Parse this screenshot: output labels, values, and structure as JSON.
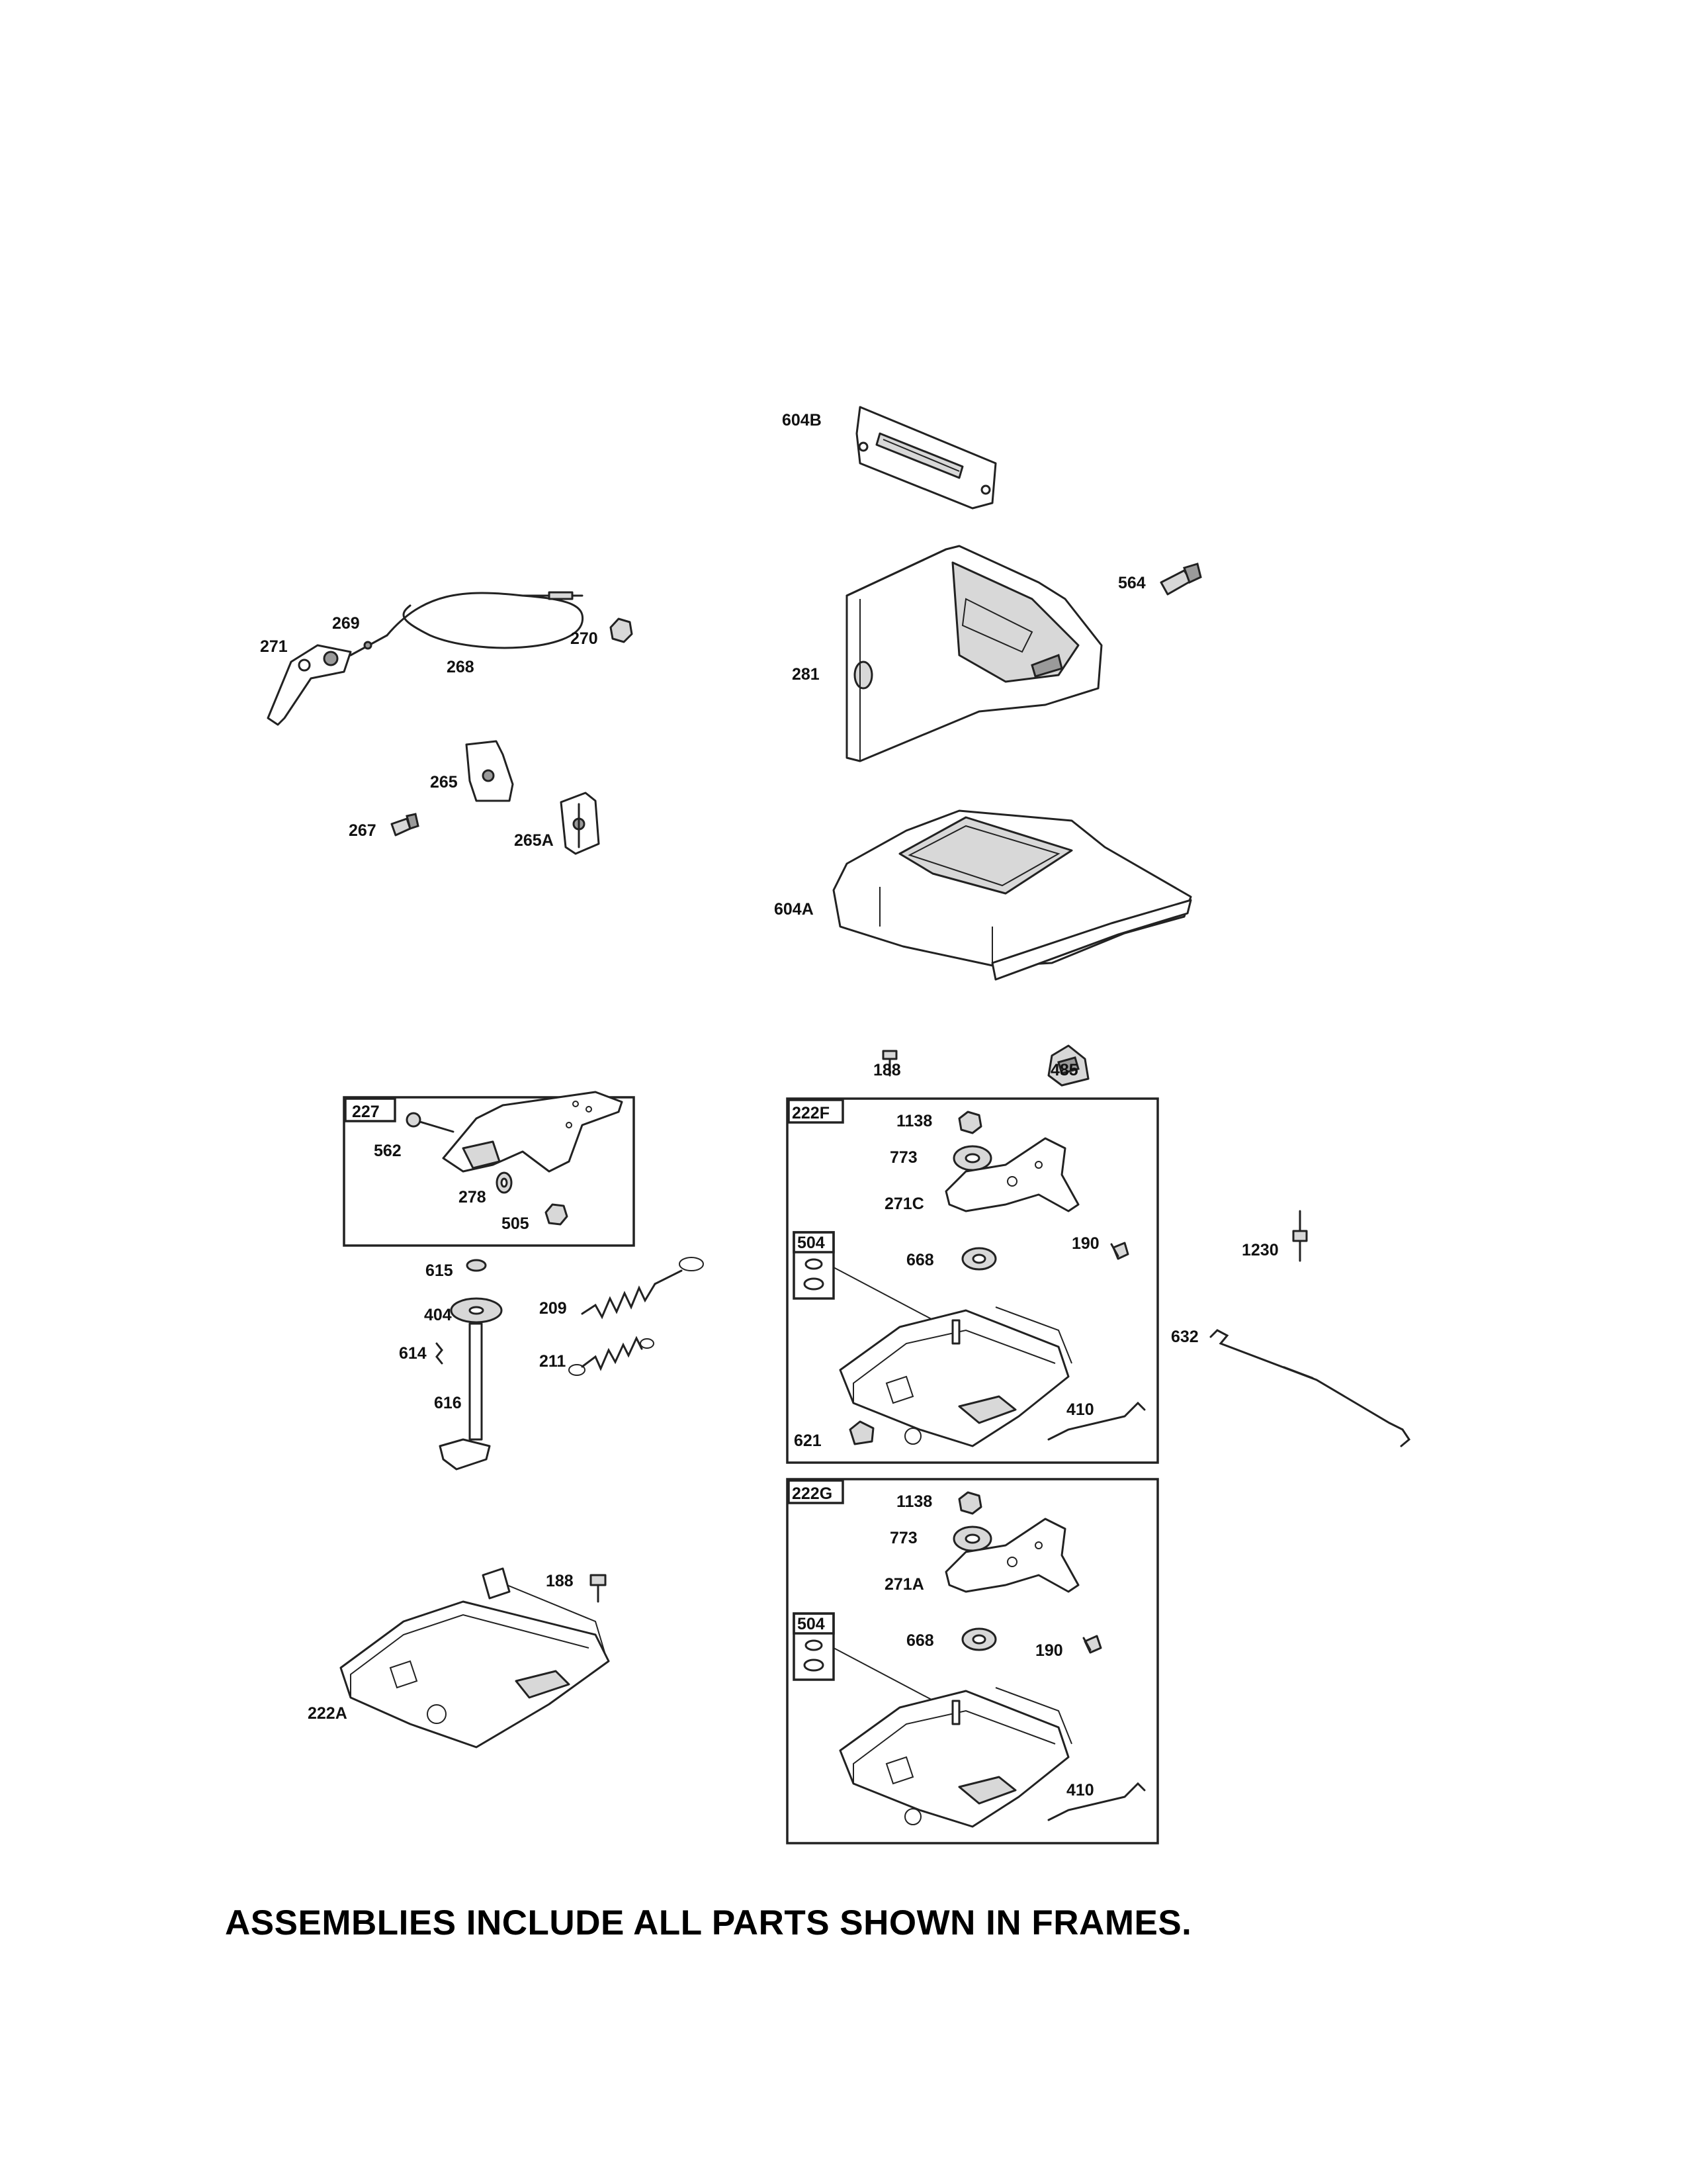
{
  "frames": {
    "f227": "227",
    "f222F": "222F",
    "f222G": "222G",
    "f504a": "504",
    "f504b": "504"
  },
  "labels": {
    "l604B": "604B",
    "l564": "564",
    "l281": "281",
    "l604A": "604A",
    "l269": "269",
    "l271": "271",
    "l268": "268",
    "l270": "270",
    "l265": "265",
    "l267": "267",
    "l265A": "265A",
    "l188a": "188",
    "l485": "485",
    "l562": "562",
    "l278": "278",
    "l505": "505",
    "l615": "615",
    "l404": "404",
    "l614": "614",
    "l616": "616",
    "l209": "209",
    "l211": "211",
    "l1138a": "1138",
    "l773a": "773",
    "l271C": "271C",
    "l190a": "190",
    "l668a": "668",
    "l410a": "410",
    "l621": "621",
    "l1230": "1230",
    "l632": "632",
    "l1138b": "1138",
    "l773b": "773",
    "l271A": "271A",
    "l668b": "668",
    "l190b": "190",
    "l410b": "410",
    "l188b": "188",
    "l222A": "222A"
  },
  "footer": "ASSEMBLIES INCLUDE ALL PARTS SHOWN IN FRAMES."
}
